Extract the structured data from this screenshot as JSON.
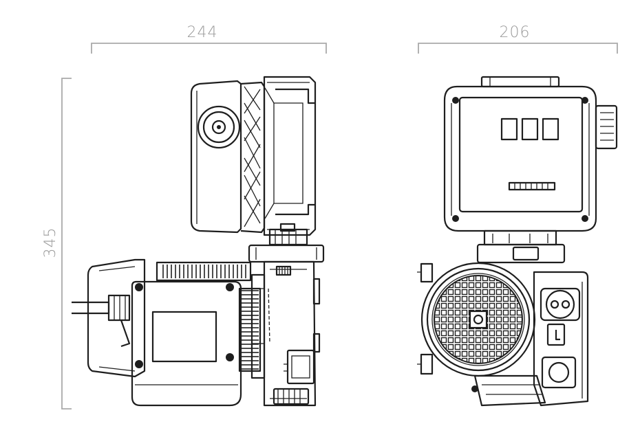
{
  "dimensions": {
    "side_width": "244",
    "front_width": "206",
    "height": "345"
  },
  "colors": {
    "dimension_line": "#a9a9a9",
    "dimension_text": "#9a9a9a",
    "drawing_line": "#1e1e1e",
    "background": "#ffffff"
  }
}
